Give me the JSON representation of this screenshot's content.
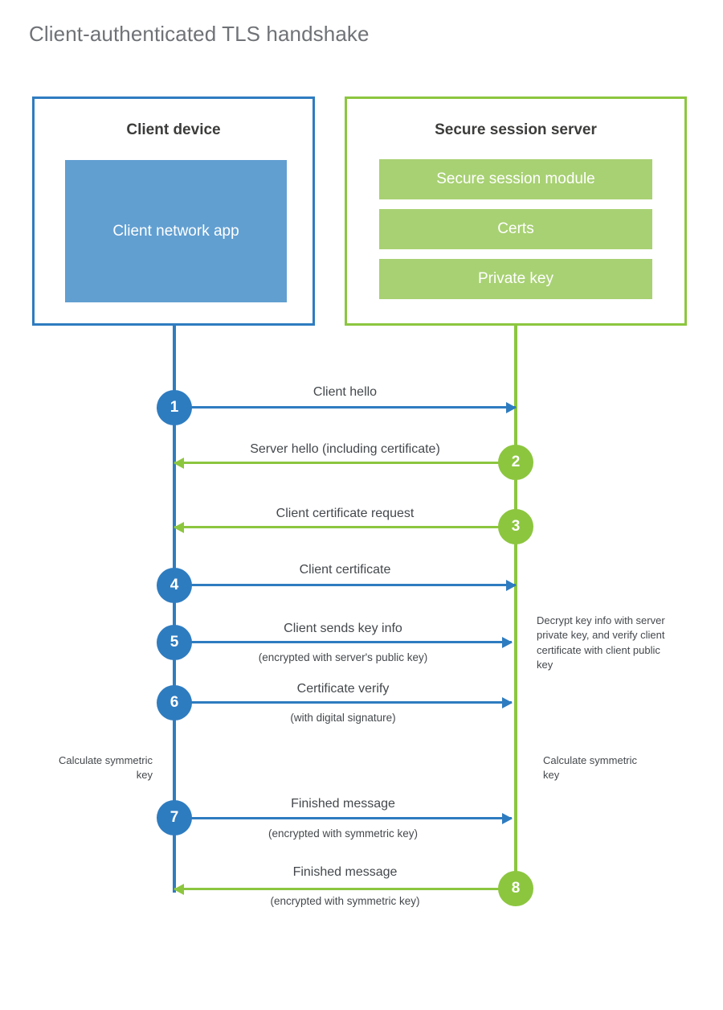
{
  "title": "Client-authenticated TLS handshake",
  "colors": {
    "client_blue": "#2e7cc0",
    "client_app_fill": "#619fd1",
    "server_green": "#8cc63f",
    "server_bar_fill": "#a8d173",
    "title_gray": "#6f7276",
    "text_gray": "#44484c"
  },
  "actors": {
    "client": {
      "title": "Client device",
      "app_label": "Client network app"
    },
    "server": {
      "title": "Secure session server",
      "components": [
        "Secure session module",
        "Certs",
        "Private key"
      ]
    }
  },
  "steps": [
    {
      "number": "1",
      "label": "Client hello",
      "sub": "",
      "direction": "client-to-server",
      "color": "blue"
    },
    {
      "number": "2",
      "label": "Server hello (including certificate)",
      "sub": "",
      "direction": "server-to-client",
      "color": "green"
    },
    {
      "number": "3",
      "label": "Client certificate request",
      "sub": "",
      "direction": "server-to-client",
      "color": "green"
    },
    {
      "number": "4",
      "label": "Client certificate",
      "sub": "",
      "direction": "client-to-server",
      "color": "blue"
    },
    {
      "number": "5",
      "label": "Client sends key info",
      "sub": "(encrypted with server's public key)",
      "direction": "client-to-server",
      "color": "blue"
    },
    {
      "number": "6",
      "label": "Certificate verify",
      "sub": "(with digital signature)",
      "direction": "client-to-server",
      "color": "blue"
    },
    {
      "number": "7",
      "label": "Finished message",
      "sub": "(encrypted with symmetric key)",
      "direction": "client-to-server",
      "color": "blue"
    },
    {
      "number": "8",
      "label": "Finished message",
      "sub": "(encrypted with symmetric key)",
      "direction": "server-to-client",
      "color": "green"
    }
  ],
  "annotations": {
    "server_decrypt": "Decrypt key info with server private key, and verify client certificate with client public key",
    "client_calculate": "Calculate symmetric key",
    "server_calculate": "Calculate symmetric key"
  }
}
